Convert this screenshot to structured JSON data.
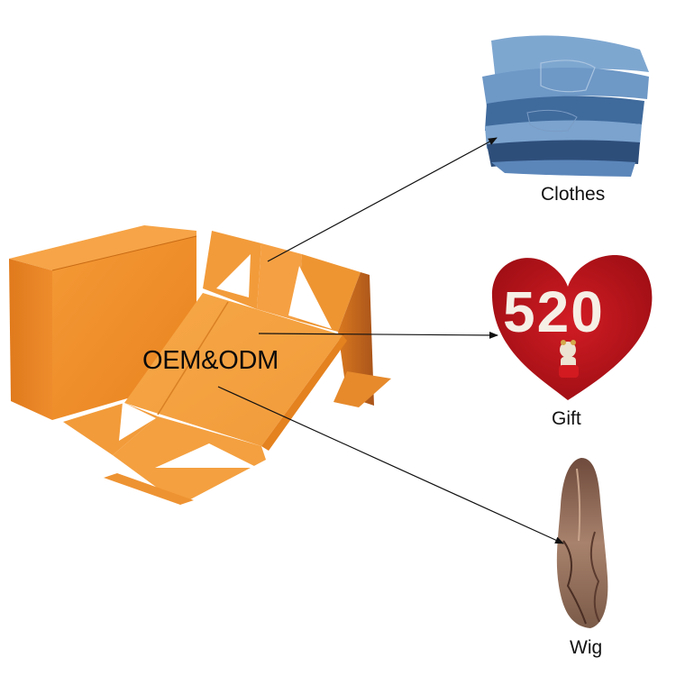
{
  "diagram": {
    "center_product": {
      "name": "foldable magnetic gift box",
      "label": "OEM&ODM",
      "color": "#F39A38"
    },
    "targets": [
      {
        "id": "clothes",
        "label": "Clothes",
        "image": "stack-of-folded-jeans",
        "color": "#4F7FB5"
      },
      {
        "id": "gift",
        "label": "Gift",
        "image": "heart-shaped-rose-box-520-with-teddy-bear",
        "color": "#C0161E",
        "text_in_image": "520"
      },
      {
        "id": "wig",
        "label": "Wig",
        "image": "long-wavy-brown-wig",
        "color": "#8A6A58"
      }
    ],
    "connections": [
      {
        "from": "center_product",
        "to": "clothes",
        "style": "arrow"
      },
      {
        "from": "center_product",
        "to": "gift",
        "style": "arrow"
      },
      {
        "from": "center_product",
        "to": "wig",
        "style": "arrow"
      }
    ]
  }
}
